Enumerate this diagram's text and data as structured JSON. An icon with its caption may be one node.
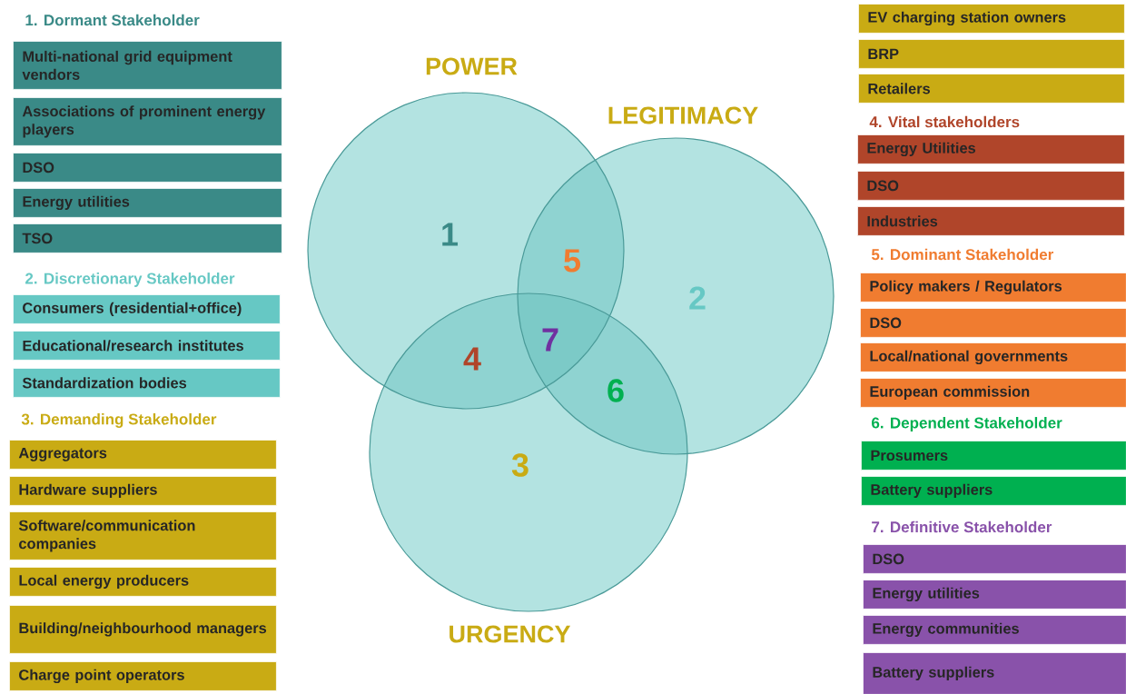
{
  "diagram": {
    "nodes": [
      {
        "text": [
          "Multi-national grid equipment vendors"
        ]
      },
      {
        "text": [
          "Associations of prominent energy players"
        ]
      },
      {
        "text": [
          "DSO"
        ]
      },
      {
        "text": [
          "Energy utilities"
        ]
      },
      {
        "text": [
          "TSO"
        ]
      },
      {
        "text": [
          "Consumers (residential+office)"
        ]
      },
      {
        "text": [
          "Educational/research institutes"
        ]
      },
      {
        "text": [
          "Standardization bodies"
        ]
      },
      {
        "text": [
          "Aggregators"
        ]
      },
      {
        "text": [
          "Hardware suppliers"
        ]
      },
      {
        "text": [
          "Software/communication companies"
        ]
      },
      {
        "text": [
          "Local energy producers"
        ]
      },
      {
        "text": [
          "Building/neighbourhood managers"
        ]
      },
      {
        "text": [
          "Charge point operators"
        ]
      },
      {
        "text": [
          "EV charging station owners"
        ]
      },
      {
        "text": [
          "BRP"
        ]
      },
      {
        "text": [
          "Retailers"
        ]
      },
      {
        "text": [
          "Energy Utilities"
        ]
      },
      {
        "text": [
          "DSO"
        ]
      },
      {
        "text": [
          "Industries"
        ]
      },
      {
        "text": [
          "Policy makers / Regulators"
        ]
      },
      {
        "text": [
          "DSO"
        ]
      },
      {
        "text": [
          "Local/national governments"
        ]
      },
      {
        "text": [
          "European commission"
        ]
      },
      {
        "text": [
          "Prosumers"
        ]
      },
      {
        "text": [
          "Battery suppliers"
        ]
      },
      {
        "text": [
          "DSO"
        ]
      },
      {
        "text": [
          "Energy utilities"
        ]
      },
      {
        "text": [
          "Energy communities"
        ]
      },
      {
        "text": [
          "Battery suppliers"
        ]
      },
      {
        "text": [
          "POWER"
        ]
      },
      {
        "text": [
          "LEGITIMACY"
        ]
      },
      {
        "text": [
          "URGENCY"
        ]
      }
    ],
    "labels": [
      "1.  Dormant Stakeholder",
      "2. Discretionary Stakeholder",
      "3. Demanding Stakeholder",
      "4. Vital stakeholders",
      "5. Dominant Stakeholder",
      "6. Dependent Stakeholder",
      "7. Definitive Stakeholder",
      "1",
      "5",
      "2",
      "7",
      "4",
      "6",
      "3"
    ]
  }
}
